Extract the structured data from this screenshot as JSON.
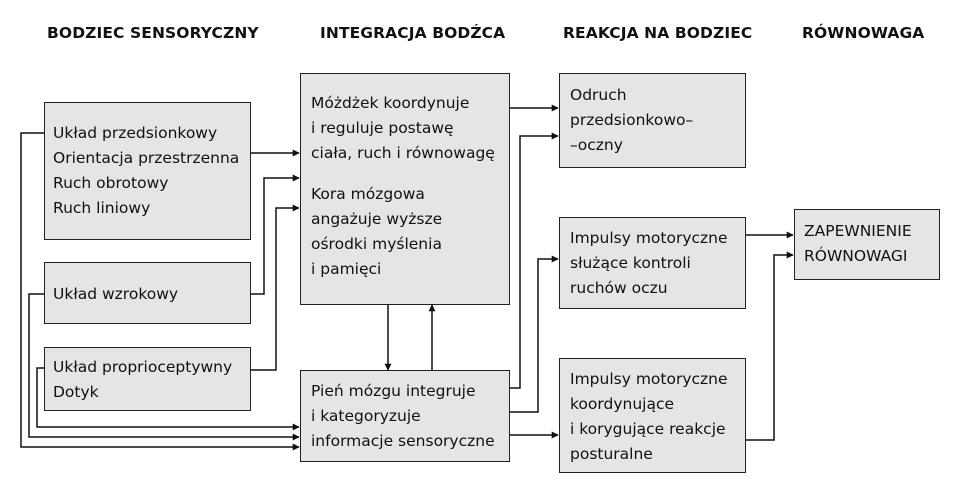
{
  "headers": {
    "stimulus": "BODZIEC SENSORYCZNY",
    "integration": "INTEGRACJA BODŹCA",
    "reaction": "REAKCJA NA BODZIEC",
    "balance": "RÓWNOWAGA"
  },
  "inputs": {
    "vestibular": [
      "Układ przedsionkowy",
      "Orientacja przestrzenna",
      "Ruch obrotowy",
      "Ruch liniowy"
    ],
    "visual": [
      "Układ wzrokowy"
    ],
    "proprioceptive": [
      "Układ proprioceptywny",
      "Dotyk"
    ]
  },
  "integration": {
    "cerebellum": [
      "Móżdżek koordynuje",
      "i reguluje postawę",
      "ciała, ruch i równowagę"
    ],
    "cortex": [
      "Kora mózgowa",
      "angażuje wyższe",
      "ośrodki myślenia",
      "i pamięci"
    ],
    "brainstem": [
      "Pień mózgu integruje",
      "i kategoryzuje",
      "informacje sensoryczne"
    ]
  },
  "reactions": {
    "reflex": [
      "Odruch",
      "przedsionkowo–",
      "–oczny"
    ],
    "eye_motor": [
      "Impulsy motoryczne",
      "służące kontroli",
      "ruchów oczu"
    ],
    "postural": [
      "Impulsy motoryczne",
      "koordynujące",
      "i korygujące reakcje",
      "posturalne"
    ]
  },
  "outcome": [
    "ZAPEWNIENIE",
    "RÓWNOWAGI"
  ]
}
